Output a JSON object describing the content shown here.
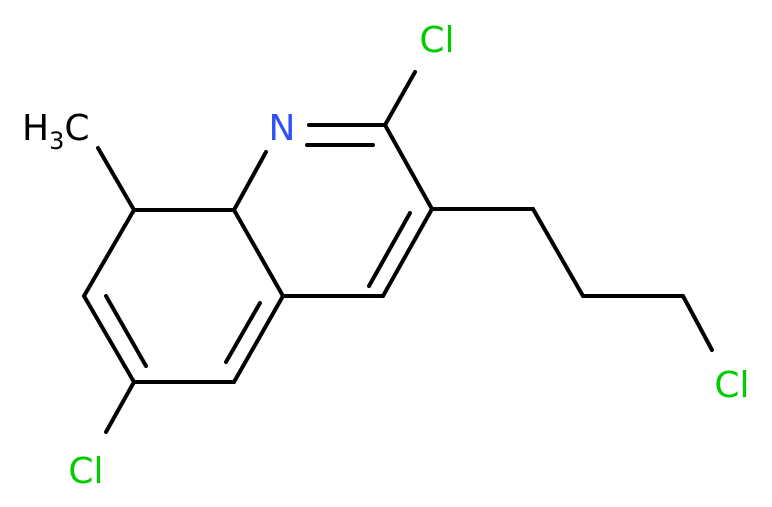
{
  "colors": {
    "bond": "#000000",
    "chlorine": "#00cc00",
    "nitrogen": "#3050f8",
    "carbon": "#000000"
  },
  "atoms": {
    "cl_top": "Cl",
    "n": "N",
    "methyl_h": "H",
    "methyl_sub": "3",
    "methyl_c": "C",
    "cl_right": "Cl",
    "cl_bottom": "Cl"
  }
}
